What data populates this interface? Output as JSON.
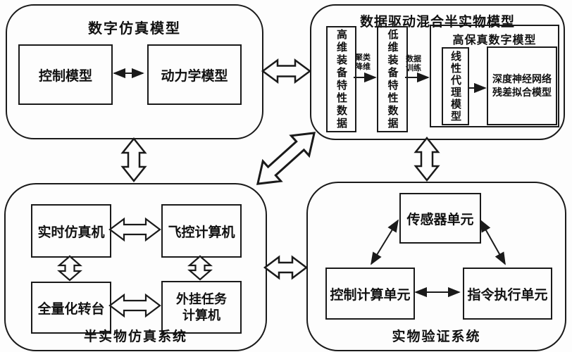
{
  "diagram": {
    "background": "#fdfdfd",
    "line_color": "#1a1a1a"
  },
  "blocks": {
    "digital_sim": {
      "title": "数字仿真模型",
      "control_model": "控制模型",
      "dynamics_model": "动力学模型"
    },
    "data_driven": {
      "title": "数据驱动混合半实物模型",
      "high_dim_data": "高维装备特性数据",
      "cluster_label": [
        "聚类",
        "降维"
      ],
      "low_dim_data": "低维装备特性数据",
      "train_label": [
        "数据",
        "训练"
      ],
      "hifi": {
        "title": "高保真数字模型",
        "linear_proxy": "线性代理模型",
        "dnn_label": [
          "深度神经网络",
          "残差拟合模型"
        ]
      }
    },
    "hil": {
      "title": "半实物仿真系统",
      "realtime_sim": "实时仿真机",
      "flight_computer": "飞控计算机",
      "turntable": "全量化转台",
      "external_task": [
        "外挂任务",
        "计算机"
      ]
    },
    "physical": {
      "title": "实物验证系统",
      "sensor_unit": "传感器单元",
      "control_unit": "控制计算单元",
      "command_unit": "指令执行单元"
    }
  }
}
